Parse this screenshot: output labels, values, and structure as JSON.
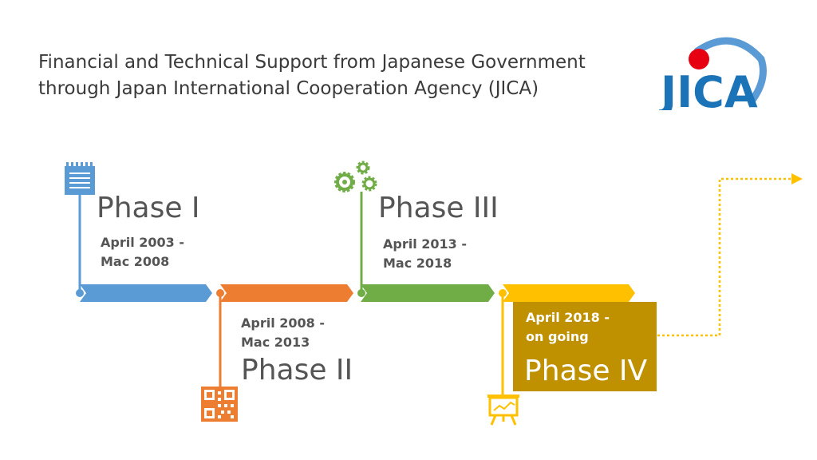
{
  "title": {
    "line1": "Financial and Technical Support from Japanese Government",
    "line2": "through Japan International Cooperation Agency (JICA)"
  },
  "logo": {
    "text": "JICA",
    "icon": "jica-logo"
  },
  "colors": {
    "phase1": "#5b9bd5",
    "phase2": "#ed7d31",
    "phase3": "#70ad47",
    "phase4": "#ffc000",
    "phase4_box": "#bf9000"
  },
  "phases": [
    {
      "name": "Phase I",
      "dates_line1": "April 2003 -",
      "dates_line2": "Mac 2008",
      "icon": "notepad-icon"
    },
    {
      "name": "Phase II",
      "dates_line1": "April 2008 -",
      "dates_line2": "Mac 2013",
      "icon": "qr-code-icon"
    },
    {
      "name": "Phase III",
      "dates_line1": "April 2013 -",
      "dates_line2": "Mac 2018",
      "icon": "gears-icon"
    },
    {
      "name": "Phase IV",
      "dates_line1": "April 2018 -",
      "dates_line2": "on going",
      "icon": "presentation-board-icon"
    }
  ]
}
